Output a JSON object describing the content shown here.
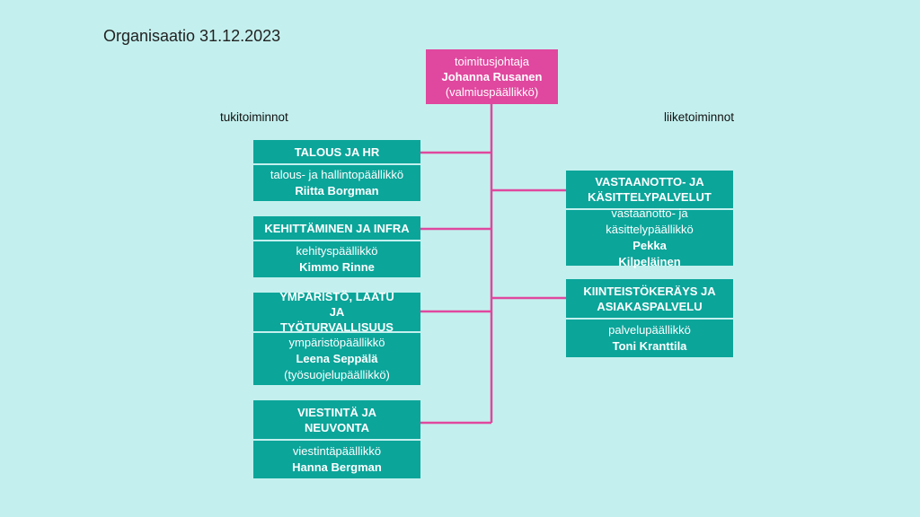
{
  "title": "Organisaatio 31.12.2023",
  "sections": {
    "left": "tukitoiminnot",
    "right": "liiketoiminnot"
  },
  "ceo": {
    "role": "toimitusjohtaja",
    "name": "Johanna Rusanen",
    "extra": "(valmiuspäällikkö)"
  },
  "left_units": [
    {
      "unit": "TALOUS JA HR",
      "role": "talous- ja hallintopäällikkö",
      "name": "Riitta Borgman",
      "extra": ""
    },
    {
      "unit": "KEHITTÄMINEN JA INFRA",
      "role": "kehityspäällikkö",
      "name": "Kimmo Rinne",
      "extra": ""
    },
    {
      "unit": "YMPÄRISTÖ, LAATU JA TYÖTURVALLISUUS",
      "role": "ympäristöpäällikkö",
      "name": "Leena Seppälä",
      "extra": "(työsuojelupäällikkö)"
    },
    {
      "unit": "VIESTINTÄ JA NEUVONTA",
      "role": "viestintäpäällikkö",
      "name": "Hanna Bergman",
      "extra": ""
    }
  ],
  "right_units": [
    {
      "unit": "VASTAANOTTO- JA KÄSITTELYPALVELUT",
      "role": "vastaanotto- ja käsittelypäällikkö",
      "name": "Pekka Kilpeläinen",
      "extra": ""
    },
    {
      "unit": "KIINTEISTÖKERÄYS JA ASIAKASPALVELU",
      "role": "palvelupäällikkö",
      "name": "Toni Kranttila",
      "extra": ""
    }
  ],
  "colors": {
    "background": "#c3f0ee",
    "unit_box": "#0ba59a",
    "ceo_box": "#e0479e",
    "connector": "#e0479e"
  }
}
